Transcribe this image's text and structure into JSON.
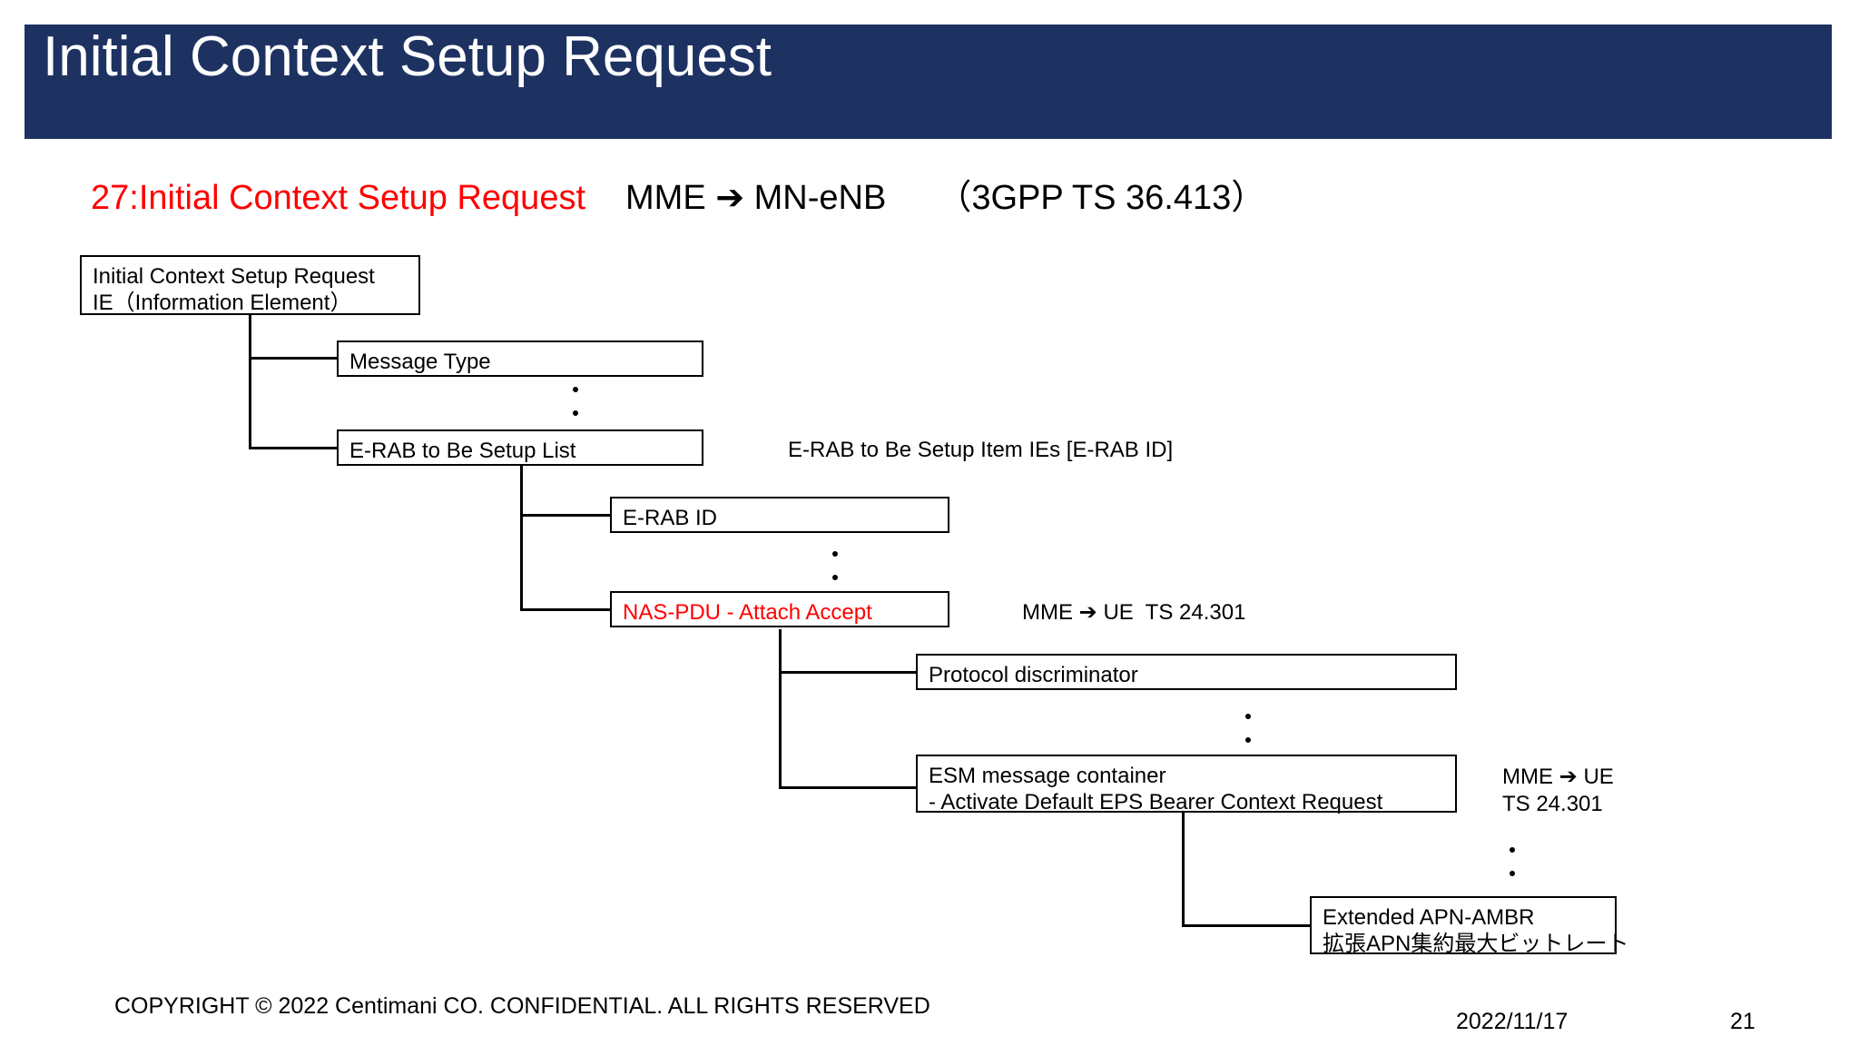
{
  "slide": {
    "title": "Initial Context Setup Request",
    "title_bar_color": "#1e3262",
    "background_color": "#ffffff"
  },
  "subhead": {
    "step_label": "27:Initial Context Setup Request",
    "step_label_color": "#ff0000",
    "flow": "MME ➔ MN-eNB",
    "spec": "（3GPP TS 36.413）"
  },
  "diagram": {
    "boxes": [
      {
        "name": "root",
        "line1": "Initial Context Setup Request",
        "line2": "IE（Information Element）",
        "text": "Initial Context Setup Request\nIE（Information Element）",
        "color": "#000000"
      },
      {
        "name": "message-type",
        "text": "Message Type",
        "color": "#000000"
      },
      {
        "name": "erab-to-be-setup-list",
        "text": "E-RAB to Be Setup List",
        "color": "#000000"
      },
      {
        "name": "erab-id",
        "text": "E-RAB ID",
        "color": "#000000"
      },
      {
        "name": "nas-pdu",
        "text": "NAS-PDU - Attach Accept",
        "color": "#ff0000"
      },
      {
        "name": "protocol-discriminator",
        "text": "Protocol discriminator",
        "color": "#000000"
      },
      {
        "name": "esm-message-container",
        "line1": "ESM message container",
        "line2": "- Activate Default EPS Bearer Context Request",
        "text": "ESM message container\n- Activate Default EPS Bearer Context Request",
        "color": "#000000"
      },
      {
        "name": "extended-apn-ambr",
        "line1": "Extended APN-AMBR",
        "line2": "拡張APN集約最大ビットレート",
        "text": "Extended APN-AMBR\n拡張APN集約最大ビットレート",
        "color": "#000000"
      }
    ],
    "notes": [
      {
        "name": "erab-item-ies-note",
        "text": "E-RAB to Be Setup Item IEs [E-RAB ID]"
      },
      {
        "name": "nas-pdu-note",
        "text": "MME ➔ UE  TS 24.301"
      },
      {
        "name": "esm-note",
        "line1": "MME ➔ UE",
        "line2": "TS 24.301",
        "text": "MME ➔ UE\nTS 24.301"
      }
    ]
  },
  "footer": {
    "copyright": "COPYRIGHT © 2022 Centimani CO. CONFIDENTIAL. ALL RIGHTS RESERVED",
    "date": "2022/11/17",
    "page_number": "21"
  }
}
